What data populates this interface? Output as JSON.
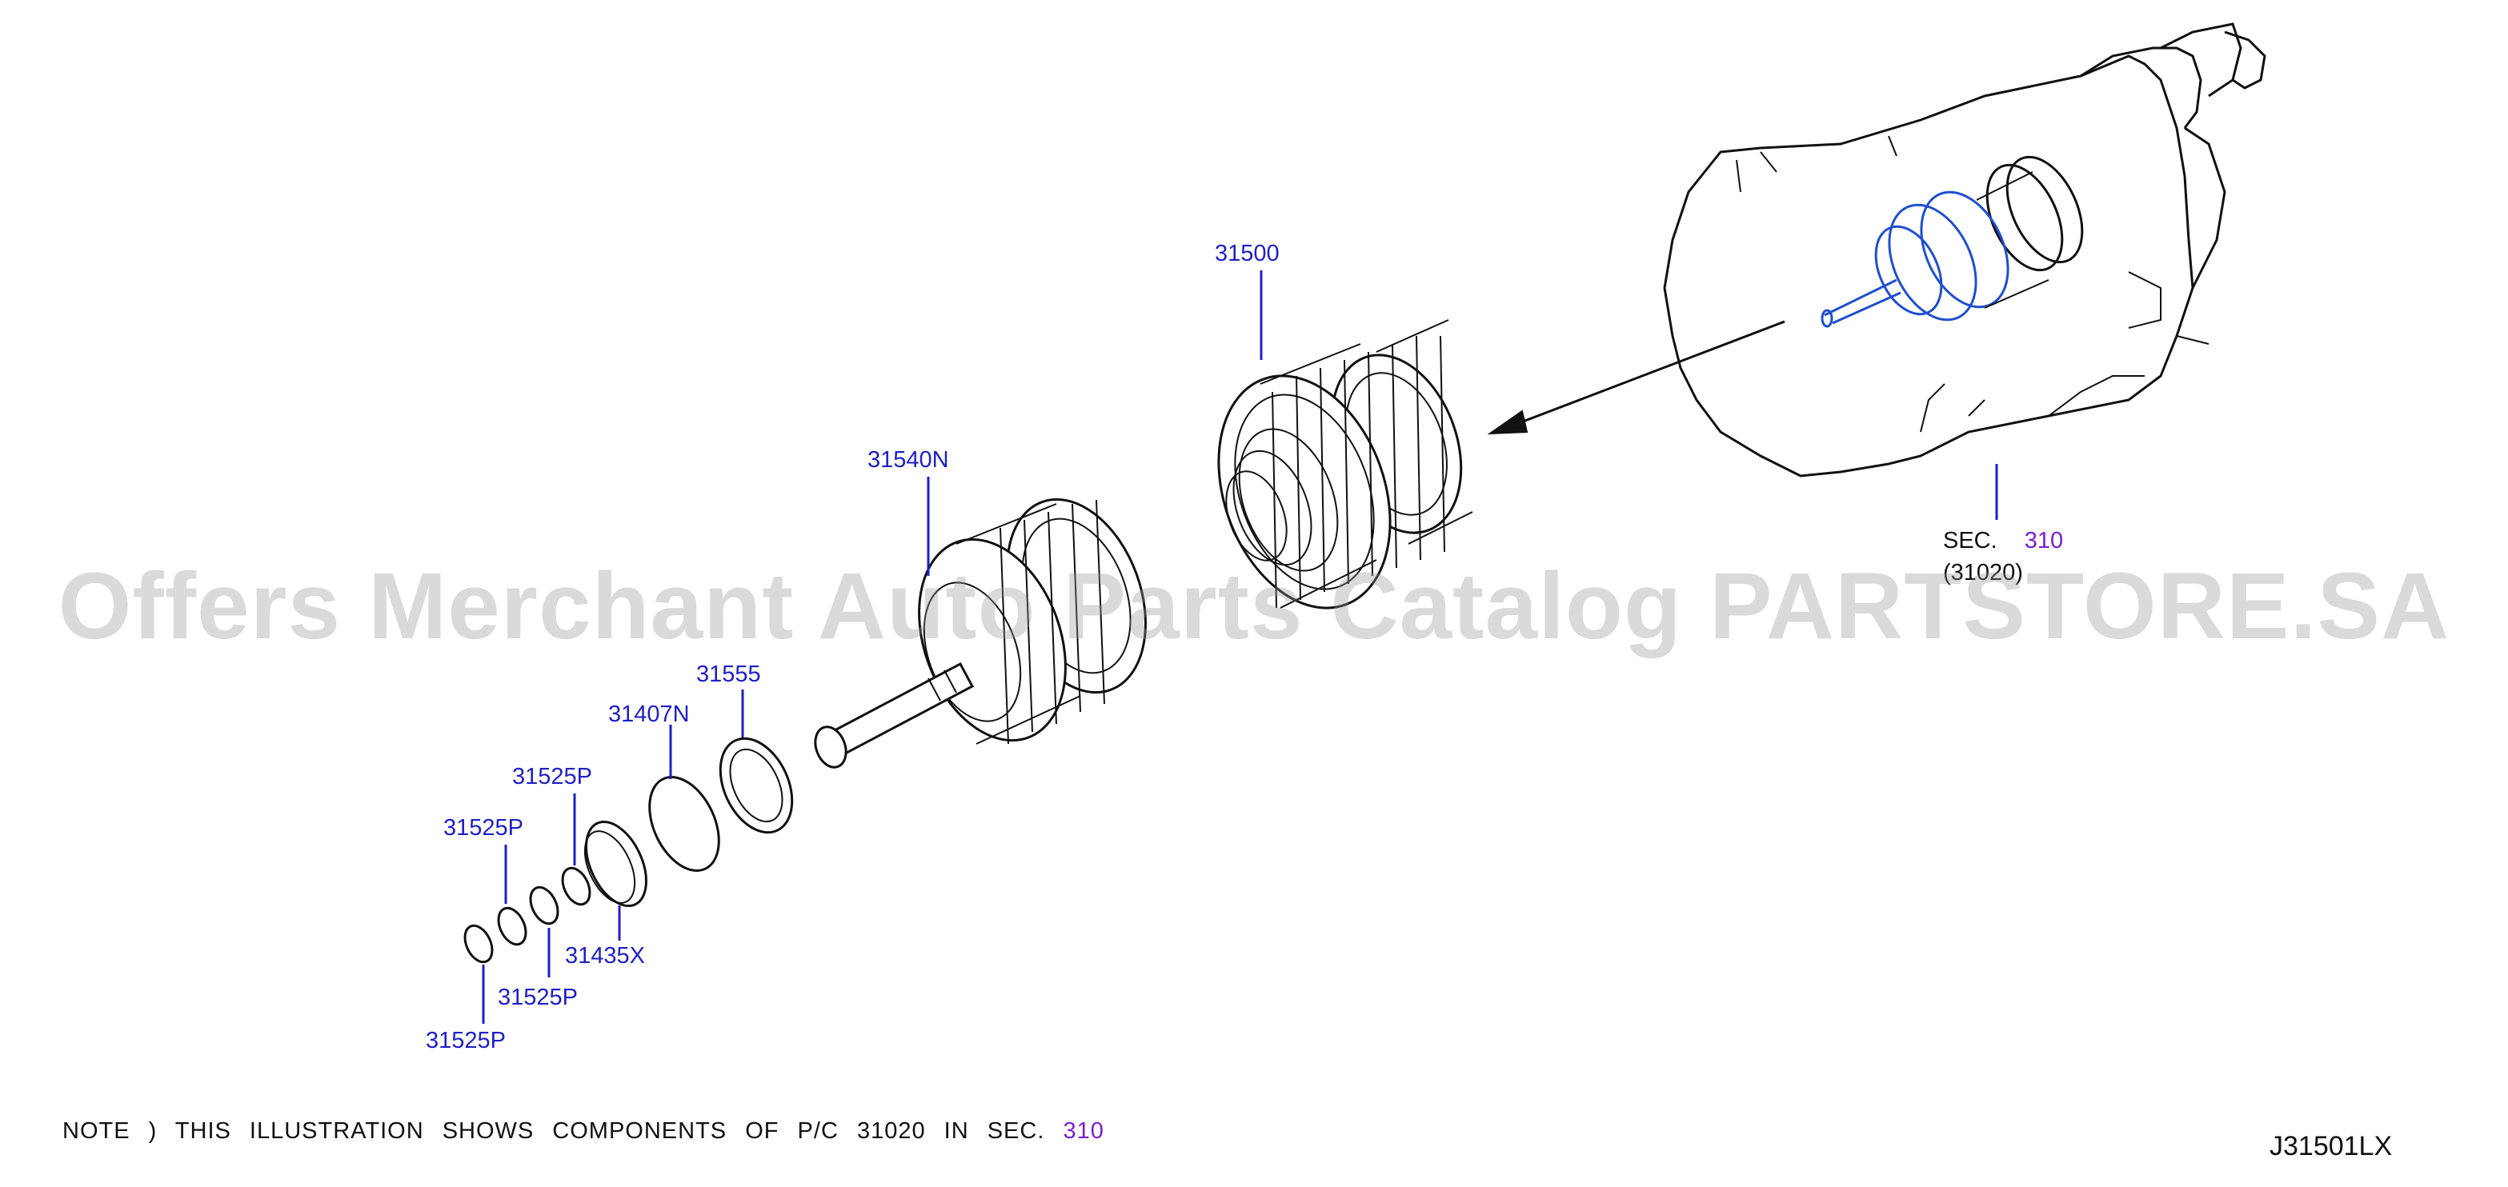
{
  "callouts": [
    {
      "id": "31500",
      "text": "31500"
    },
    {
      "id": "31540N",
      "text": "31540N"
    },
    {
      "id": "31555",
      "text": "31555"
    },
    {
      "id": "31407N",
      "text": "31407N"
    },
    {
      "id": "31525P_a",
      "text": "31525P"
    },
    {
      "id": "31525P_b",
      "text": "31525P"
    },
    {
      "id": "31435X",
      "text": "31435X"
    },
    {
      "id": "31525P_c",
      "text": "31525P"
    },
    {
      "id": "31525P_d",
      "text": "31525P"
    }
  ],
  "section_ref": {
    "prefix": "SEC.",
    "number": "310",
    "subtext": "(31020)"
  },
  "note": {
    "text": "NOTE  )  THIS  ILLUSTRATION  SHOWS  COMPONENTS  OF  P/C  31020  IN  SEC.",
    "sec_number": "310"
  },
  "diagram_code": "J31501LX",
  "watermark": "Offers Merchant Auto Parts Catalog PARTSTORE.SA",
  "colors": {
    "callout": "#1f1fc8",
    "section_link": "#7a1fd0",
    "line_art": "#111111",
    "highlight": "#1f4fd0"
  }
}
